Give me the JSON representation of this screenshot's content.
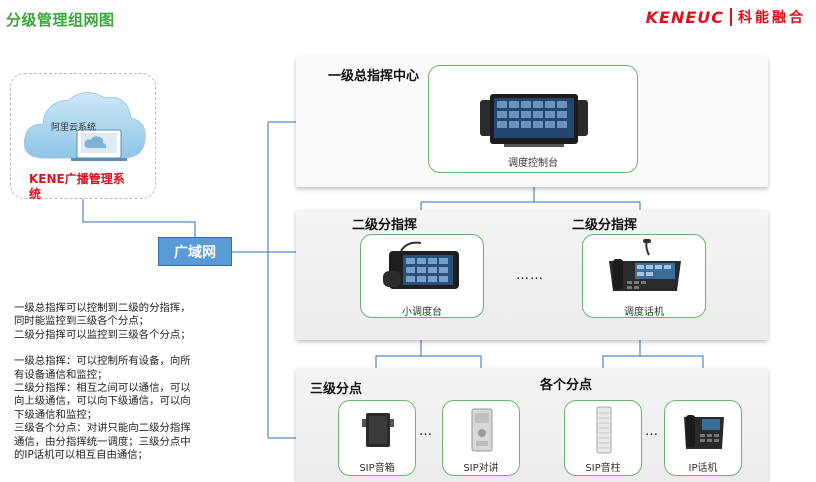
{
  "header": {
    "title": "分级管理组网图",
    "brand_latin": "KENEUC",
    "brand_cn": "科能融合"
  },
  "cloud": {
    "label": "阿里云系统",
    "system_name": "KENE广播管理系统"
  },
  "wan_label": "广域网",
  "level1": {
    "title": "一级总指挥中心",
    "device": "调度控制台"
  },
  "level2": {
    "left_title": "二级分指挥",
    "right_title": "二级分指挥",
    "left_device": "小调度台",
    "right_device": "调度话机",
    "ellipsis": "……"
  },
  "level3": {
    "left_title": "三级分点",
    "right_title": "各个分点",
    "devices": [
      "SIP音箱",
      "SIP对讲",
      "SIP音柱",
      "IP话机"
    ],
    "ellipsis": "…"
  },
  "description": {
    "lines": [
      "一级总指挥可以控制到二级的分指挥，",
      "同时能监控到三级各个分点；",
      "二级分指挥可以监控到三级各个分点；",
      "",
      "一级总指挥：可以控制所有设备，向所",
      "有设备通信和监控；",
      "二级分指挥：相互之间可以通信，可以",
      "向上级通信，可以向下级通信，可以向",
      "下级通信和监控；",
      "三级各个分点：对讲只能向二级分指挥",
      "通信，由分指挥统一调度；三级分点中",
      "的IP话机可以相互自由通信；"
    ]
  },
  "colors": {
    "title_green": "#3aa63a",
    "brand_red": "#e0101e",
    "line_blue": "#2e6db4",
    "card_border": "#6db36d",
    "wan_fill": "#5b9bd5"
  }
}
